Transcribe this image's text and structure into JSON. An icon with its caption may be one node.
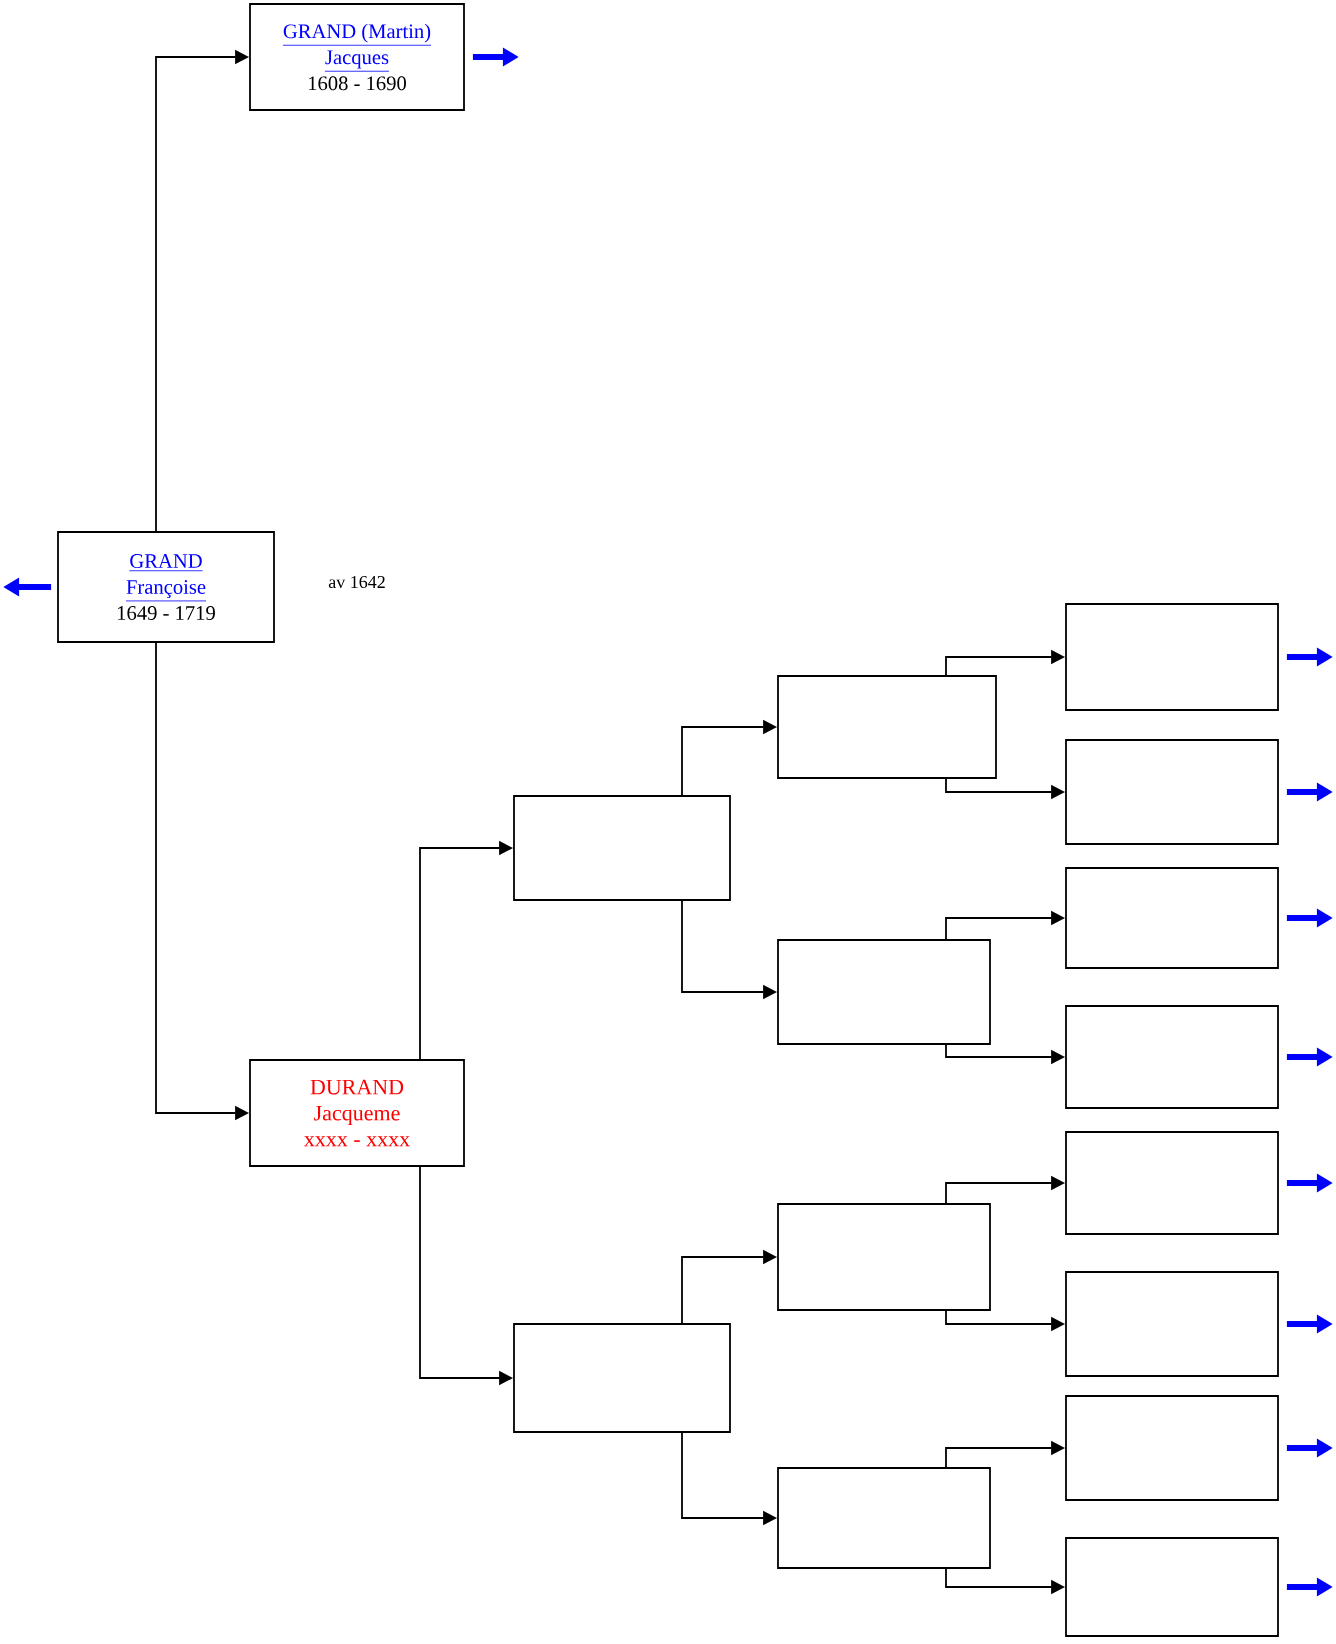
{
  "diagram": {
    "nodes": [
      {
        "text": [
          "GRAND (Martin)",
          "Jacques",
          "1608 - 1690"
        ]
      },
      {
        "text": [
          "GRAND",
          "Françoise",
          "1649 - 1719"
        ]
      },
      {
        "text": [
          "DURAND",
          "Jacqueme",
          "xxxx - xxxx"
        ]
      },
      {
        "text": [],
        "shape": "box"
      },
      {
        "text": [],
        "shape": "box"
      },
      {
        "text": [],
        "shape": "box"
      },
      {
        "text": [],
        "shape": "box"
      },
      {
        "text": [],
        "shape": "box"
      },
      {
        "text": [],
        "shape": "box"
      },
      {
        "text": [],
        "shape": "box"
      },
      {
        "text": [],
        "shape": "box"
      },
      {
        "text": [],
        "shape": "box"
      },
      {
        "text": [],
        "shape": "box"
      },
      {
        "text": [],
        "shape": "box"
      },
      {
        "text": [],
        "shape": "box"
      },
      {
        "text": [],
        "shape": "box"
      },
      {
        "text": [],
        "shape": "box"
      }
    ],
    "edges": [
      {
        "from": 1,
        "to": 0,
        "arrow": "to"
      },
      {
        "from": 1,
        "to": 2,
        "arrow": "to"
      },
      {
        "from": 2,
        "to": 3,
        "arrow": "to"
      },
      {
        "from": 2,
        "to": 4,
        "arrow": "to"
      },
      {
        "from": 3,
        "to": 5,
        "arrow": "to"
      },
      {
        "from": 3,
        "to": 6,
        "arrow": "to"
      },
      {
        "from": 4,
        "to": 7,
        "arrow": "to"
      },
      {
        "from": 4,
        "to": 8,
        "arrow": "to"
      },
      {
        "from": 5,
        "to": 9,
        "arrow": "to"
      },
      {
        "from": 5,
        "to": 10,
        "arrow": "to"
      },
      {
        "from": 6,
        "to": 11,
        "arrow": "to"
      },
      {
        "from": 6,
        "to": 12,
        "arrow": "to"
      },
      {
        "from": 7,
        "to": 13,
        "arrow": "to"
      },
      {
        "from": 7,
        "to": 14,
        "arrow": "to"
      },
      {
        "from": 8,
        "to": 15,
        "arrow": "to"
      },
      {
        "from": 8,
        "to": 16,
        "arrow": "to"
      },
      {
        "from": 0,
        "to": null,
        "arrow": "to",
        "style": "thick",
        "color": "#0000ff"
      },
      {
        "from": 1,
        "to": null,
        "arrow": "to",
        "style": "thick",
        "color": "#0000ff"
      },
      {
        "from": 9,
        "to": null,
        "arrow": "to",
        "style": "thick",
        "color": "#0000ff"
      },
      {
        "from": 10,
        "to": null,
        "arrow": "to",
        "style": "thick",
        "color": "#0000ff"
      },
      {
        "from": 11,
        "to": null,
        "arrow": "to",
        "style": "thick",
        "color": "#0000ff"
      },
      {
        "from": 12,
        "to": null,
        "arrow": "to",
        "style": "thick",
        "color": "#0000ff"
      },
      {
        "from": 13,
        "to": null,
        "arrow": "to",
        "style": "thick",
        "color": "#0000ff"
      },
      {
        "from": 14,
        "to": null,
        "arrow": "to",
        "style": "thick",
        "color": "#0000ff"
      },
      {
        "from": 15,
        "to": null,
        "arrow": "to",
        "style": "thick",
        "color": "#0000ff"
      },
      {
        "from": 16,
        "to": null,
        "arrow": "to",
        "style": "thick",
        "color": "#0000ff"
      }
    ],
    "labels": [
      "av 1642"
    ]
  }
}
